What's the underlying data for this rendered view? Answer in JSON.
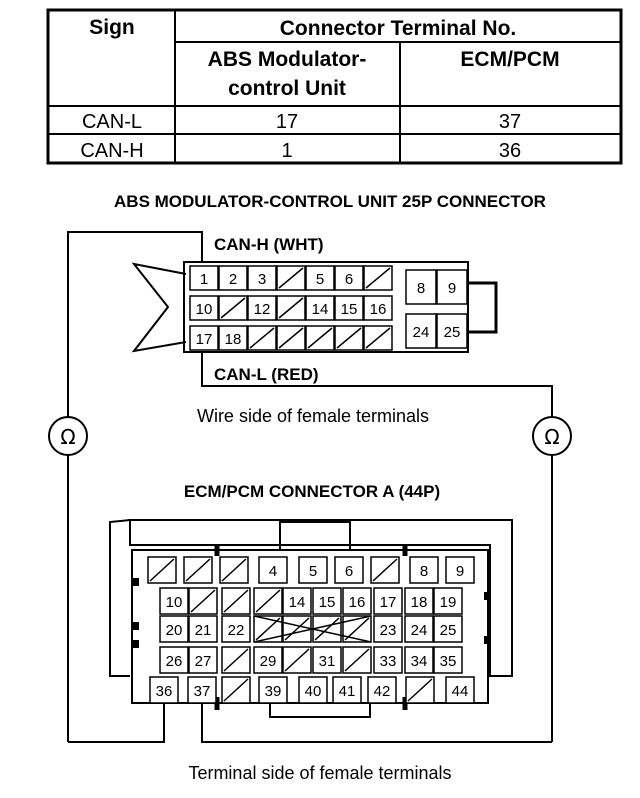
{
  "table": {
    "sign_header": "Sign",
    "terminal_header": "Connector Terminal No.",
    "abs_header_line1": "ABS Modulator-",
    "abs_header_line2": "control Unit",
    "ecm_header": "ECM/PCM",
    "rows": [
      {
        "sign": "CAN-L",
        "abs": "17",
        "ecm": "37"
      },
      {
        "sign": "CAN-H",
        "abs": "1",
        "ecm": "36"
      }
    ]
  },
  "abs_connector": {
    "title": "ABS MODULATOR-CONTROL UNIT 25P CONNECTOR",
    "wire_top_label": "CAN-H (WHT)",
    "wire_bottom_label": "CAN-L (RED)",
    "caption": "Wire side of female terminals",
    "row1": [
      "1",
      "2",
      "3",
      "",
      "5",
      "6",
      ""
    ],
    "row2": [
      "10",
      "",
      "12",
      "",
      "14",
      "15",
      "16"
    ],
    "row3": [
      "17",
      "18",
      "",
      "",
      "",
      "",
      ""
    ],
    "side_top": [
      "8",
      "9"
    ],
    "side_bottom": [
      "24",
      "25"
    ]
  },
  "ecm_connector": {
    "title": "ECM/PCM CONNECTOR A (44P)",
    "caption": "Terminal side of female terminals",
    "row1": [
      "",
      "",
      "",
      "4",
      "5",
      "6",
      "",
      "8",
      "9"
    ],
    "row2": [
      "10",
      "",
      "",
      "",
      "14",
      "15",
      "16",
      "17",
      "18",
      "19"
    ],
    "row3": [
      "20",
      "21",
      "22",
      "",
      "",
      "",
      "",
      "23",
      "24",
      "25"
    ],
    "row4": [
      "26",
      "27",
      "",
      "29",
      "",
      "31",
      "",
      "33",
      "34",
      "35"
    ],
    "row5": [
      "36",
      "37",
      "",
      "39",
      "40",
      "41",
      "42",
      "",
      "44"
    ]
  },
  "meters": {
    "left_symbol": "Ω",
    "right_symbol": "Ω"
  }
}
